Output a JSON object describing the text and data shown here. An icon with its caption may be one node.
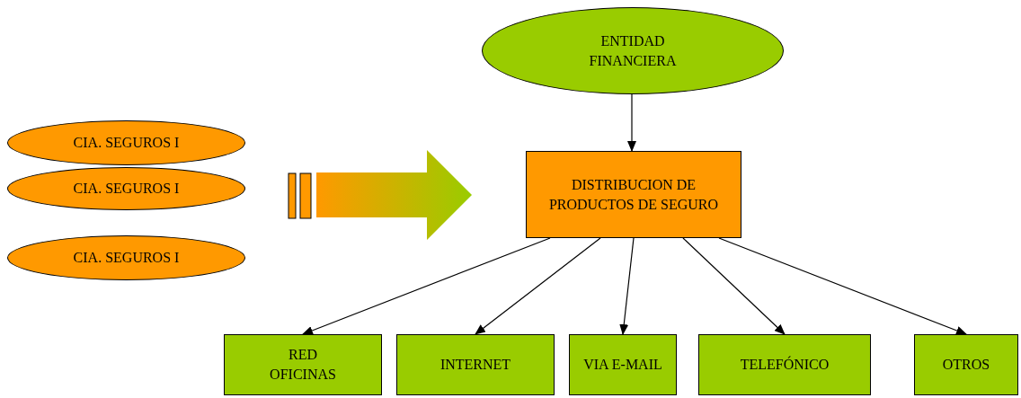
{
  "diagram": {
    "nodes": [
      {
        "text": [
          "ENTIDAD FINANCIERA"
        ]
      },
      {
        "text": [
          "CIA. SEGUROS I"
        ]
      },
      {
        "text": [
          "CIA. SEGUROS I"
        ]
      },
      {
        "text": [
          "CIA. SEGUROS I"
        ]
      },
      {
        "text": [
          "DISTRIBUCION DE PRODUCTOS DE SEGURO"
        ]
      },
      {
        "text": [
          "RED OFICINAS"
        ]
      },
      {
        "text": [
          "INTERNET"
        ]
      },
      {
        "text": [
          "VIA E-MAIL"
        ]
      },
      {
        "text": [
          "TELEFÓNICO"
        ]
      },
      {
        "text": [
          "OTROS"
        ]
      }
    ],
    "edges": [
      {
        "from": 1,
        "to": 4,
        "arrow": "to"
      },
      {
        "from": 2,
        "to": 4,
        "arrow": "to"
      },
      {
        "from": 3,
        "to": 4,
        "arrow": "to"
      },
      {
        "from": 0,
        "to": 4,
        "arrow": "to"
      },
      {
        "from": 4,
        "to": 5,
        "arrow": "to"
      },
      {
        "from": 4,
        "to": 6,
        "arrow": "to"
      },
      {
        "from": 4,
        "to": 7,
        "arrow": "to"
      },
      {
        "from": 4,
        "to": 8,
        "arrow": "to"
      },
      {
        "from": 4,
        "to": 9,
        "arrow": "to"
      }
    ]
  }
}
